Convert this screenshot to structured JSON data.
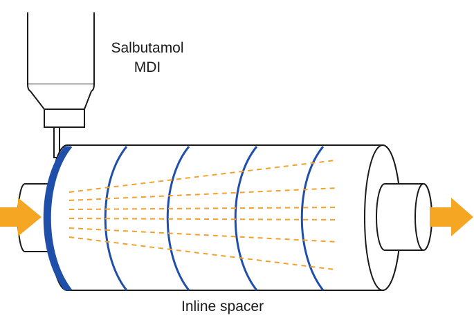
{
  "labels": {
    "mdi_line1": "Salbutamol",
    "mdi_line2": "MDI",
    "spacer": "Inline spacer"
  },
  "colors": {
    "outline": "#1a1a1a",
    "rings": "#1f4fa8",
    "spray": "#f2a12c",
    "arrows": "#f5a623",
    "fill": "#ffffff"
  },
  "icons": {
    "inlet_arrow": "arrow-right-icon",
    "outlet_arrow": "arrow-right-icon"
  }
}
